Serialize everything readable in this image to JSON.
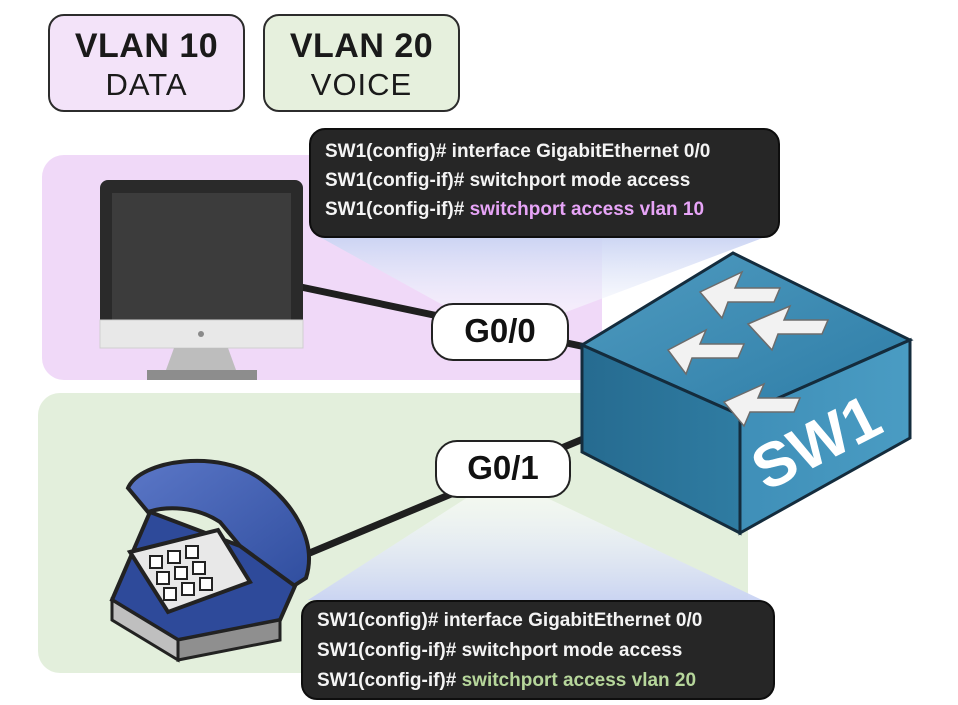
{
  "legend": {
    "data": {
      "vlan": "VLAN 10",
      "name": "DATA",
      "color": "#f3e3f9"
    },
    "voice": {
      "vlan": "VLAN 20",
      "name": "VOICE",
      "color": "#e6f0dd"
    }
  },
  "switch": {
    "label": "SW1"
  },
  "ports": {
    "g00": "G0/0",
    "g01": "G0/1"
  },
  "cli_top": {
    "line1": "SW1(config)# interface GigabitEthernet 0/0",
    "line2": "SW1(config-if)# switchport mode access",
    "line3_prefix": "SW1(config-if)# ",
    "line3_highlight": "switchport access vlan 10",
    "highlight_color": "#e7a4f7"
  },
  "cli_bottom": {
    "line1": "SW1(config)# interface GigabitEthernet 0/0",
    "line2": "SW1(config-if)# switchport mode access",
    "line3_prefix": "SW1(config-if)# ",
    "line3_highlight": "switchport access vlan 20",
    "highlight_color": "#b6d69b"
  },
  "devices": {
    "pc": "monitor-icon",
    "phone": "telephone-icon",
    "switch": "switch-icon"
  }
}
